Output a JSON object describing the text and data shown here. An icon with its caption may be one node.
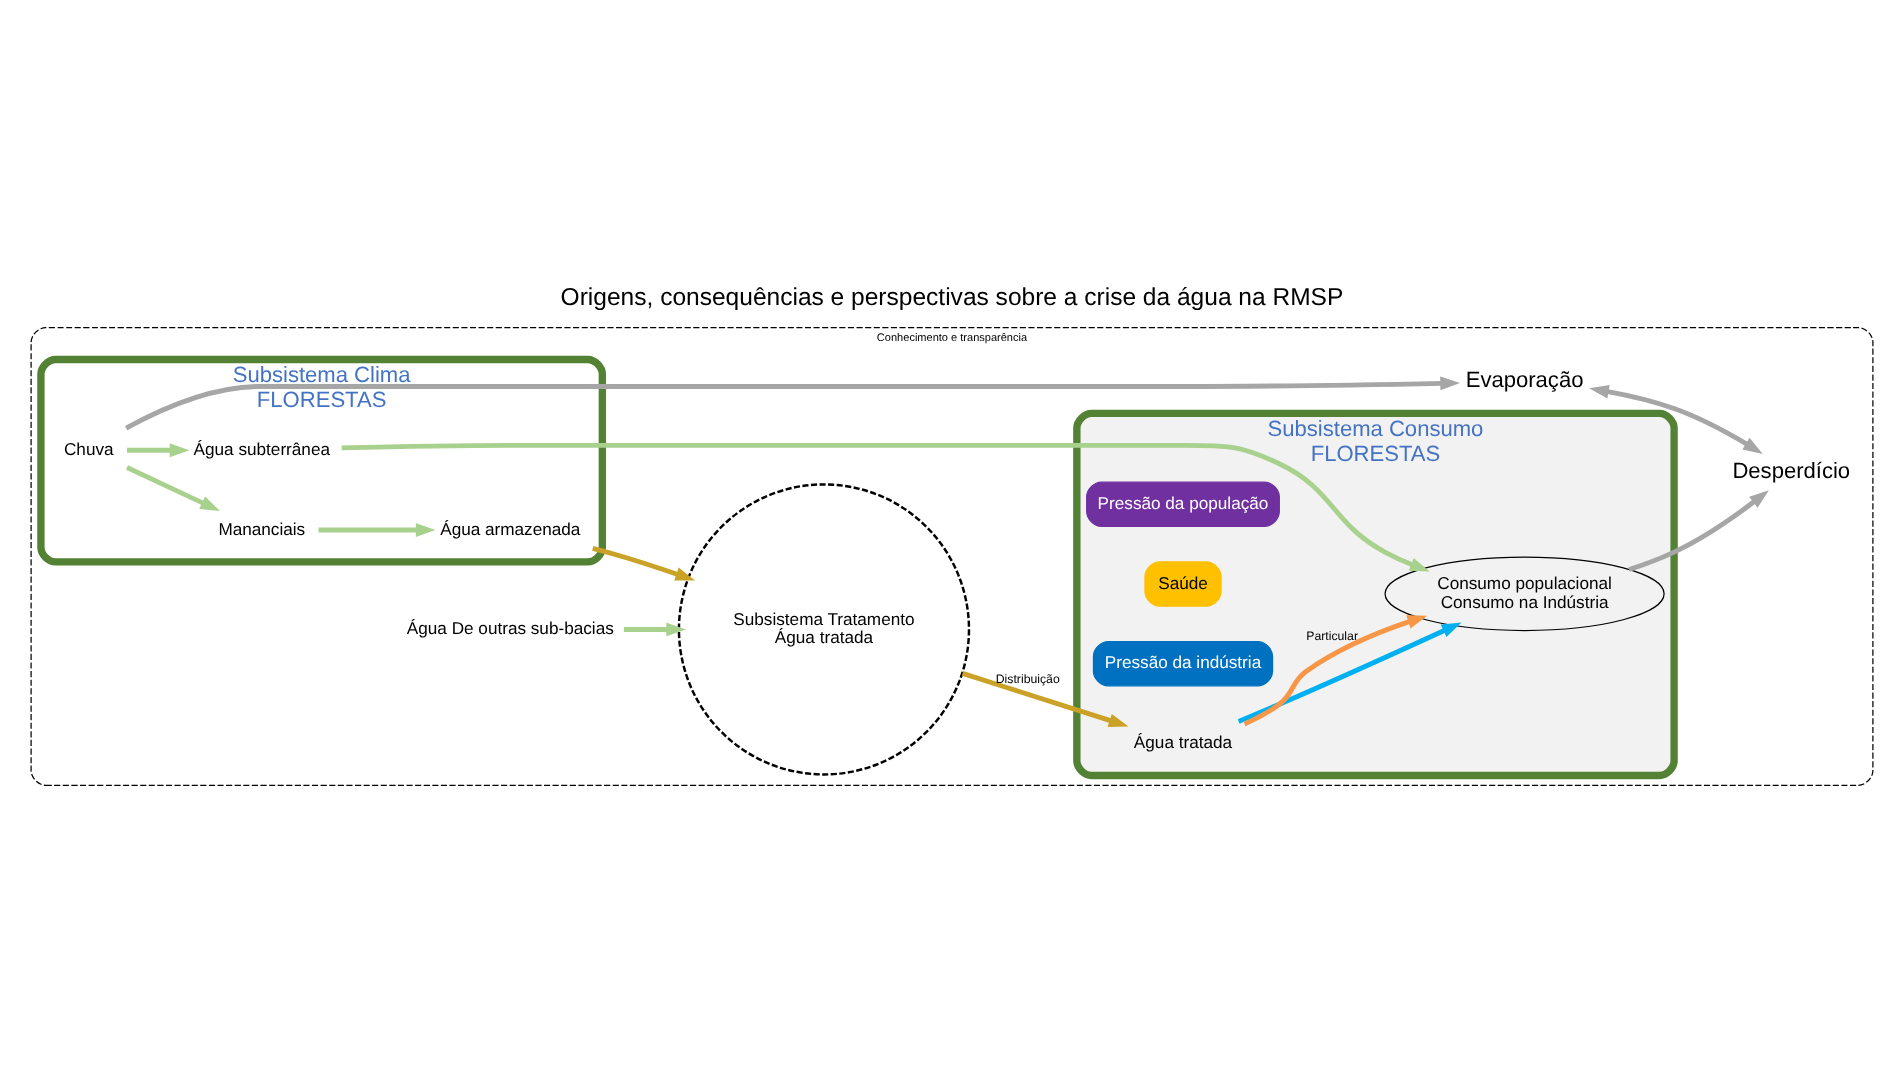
{
  "diagram": {
    "title": "Origens, consequências e perspectivas sobre a crise da água na RMSP",
    "nodes": [
      {
        "text": [
          "Conhecimento e transparência"
        ]
      },
      {
        "text": [
          "Subsistema Clima",
          "FLORESTAS"
        ],
        "in": 0
      },
      {
        "text": [
          "Chuva"
        ],
        "in": 1
      },
      {
        "text": [
          "Mananciais"
        ],
        "in": 1
      },
      {
        "text": [
          "Água armazenada"
        ],
        "in": 1
      },
      {
        "text": [
          "Água subterrânea"
        ],
        "in": 1
      },
      {
        "text": [
          "Água De outras sub-bacias"
        ],
        "in": 0
      },
      {
        "text": [
          "Subsistema Tratamento",
          "Água tratada"
        ],
        "in": 0
      },
      {
        "text": [
          "Subsistema Consumo",
          "FLORESTAS"
        ],
        "in": 0
      },
      {
        "text": [
          "Pressão da população"
        ],
        "in": 8
      },
      {
        "text": [
          "Saúde"
        ],
        "in": 8
      },
      {
        "text": [
          "Pressão da indústria"
        ],
        "in": 8
      },
      {
        "text": [
          "Água tratada"
        ],
        "in": 8
      },
      {
        "text": [
          "Consumo populacional",
          "Consumo na Indústria"
        ],
        "in": 8
      },
      {
        "text": [
          "Evaporação"
        ],
        "in": 0
      },
      {
        "text": [
          "Desperdício"
        ],
        "in": 0
      }
    ],
    "edges": [
      {
        "from": 2,
        "to": 3,
        "arrow": "to",
        "color": "#a9d18e"
      },
      {
        "from": 3,
        "to": 4,
        "arrow": "to",
        "color": "#a9d18e"
      },
      {
        "from": 2,
        "to": 5,
        "arrow": "to",
        "color": "#a9d18e"
      },
      {
        "from": 4,
        "to": 7,
        "arrow": "to",
        "color": "#c9a227"
      },
      {
        "from": 6,
        "to": 7,
        "arrow": "to",
        "color": "#a9d18e"
      },
      {
        "from": 7,
        "to": 12,
        "label": "Distribuição",
        "arrow": "to",
        "color": "#c9a227"
      },
      {
        "from": 12,
        "to": 13,
        "arrow": "to",
        "color": "#00b0f0"
      },
      {
        "from": 12,
        "to": 13,
        "label": "Particular",
        "arrow": "to",
        "color": "#f79646"
      },
      {
        "from": 5,
        "to": 13,
        "arrow": "to",
        "color": "#a9d18e"
      },
      {
        "from": 2,
        "to": 14,
        "arrow": "to",
        "color": "#a6a6a6"
      },
      {
        "from": 13,
        "to": 15,
        "arrow": "to",
        "color": "#a6a6a6"
      },
      {
        "from": 14,
        "to": 15,
        "arrow": "both",
        "color": "#a6a6a6"
      }
    ]
  }
}
